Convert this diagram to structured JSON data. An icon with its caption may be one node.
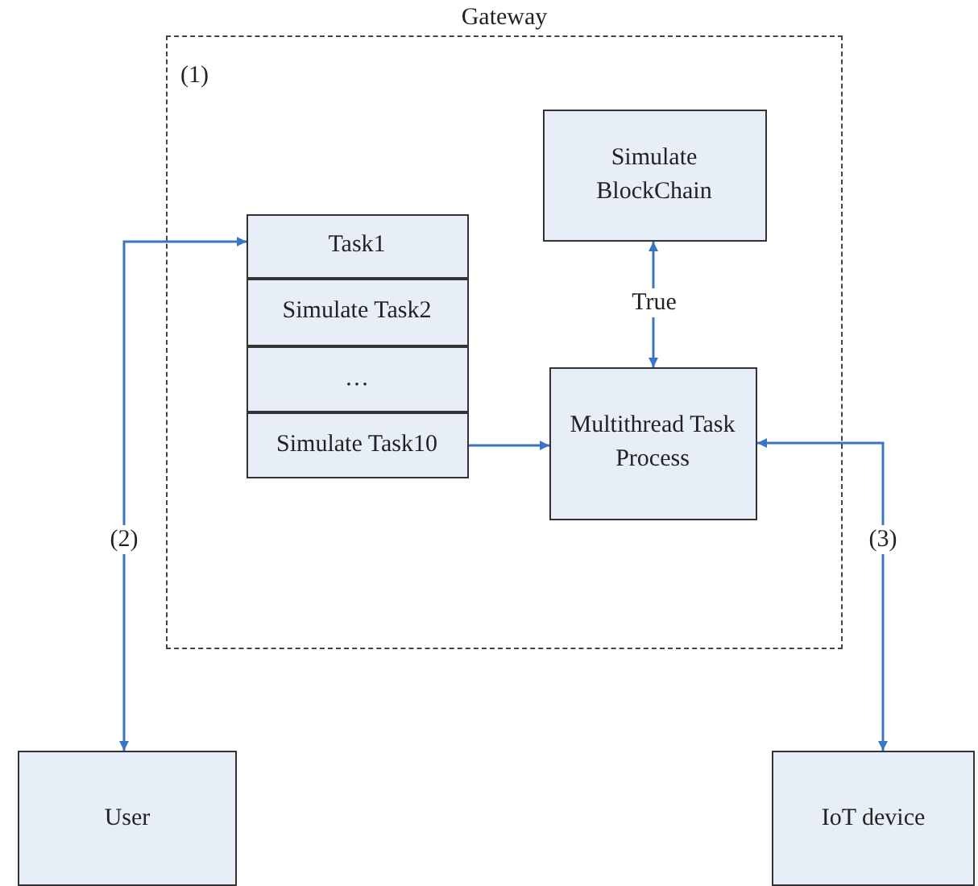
{
  "diagram": {
    "nodes": [
      {
        "text": [
          "Gateway",
          "(1)"
        ]
      },
      {
        "text": [
          "Task1"
        ],
        "in": 0
      },
      {
        "text": [
          "Simulate Task2"
        ],
        "in": 0
      },
      {
        "text": [
          "…"
        ],
        "in": 0
      },
      {
        "text": [
          "Simulate Task10"
        ],
        "in": 0
      },
      {
        "text": [
          "Simulate BlockChain"
        ],
        "in": 0
      },
      {
        "text": [
          "Multithread Task Process"
        ],
        "in": 0
      },
      {
        "text": [
          "User"
        ]
      },
      {
        "text": [
          "IoT device"
        ]
      }
    ],
    "edges": [
      {
        "from": 7,
        "to": 1,
        "arrow": "both",
        "label": "(2)"
      },
      {
        "from": 4,
        "to": 6,
        "arrow": "to"
      },
      {
        "from": 6,
        "to": 5,
        "arrow": "both",
        "label": "True"
      },
      {
        "from": 6,
        "to": 8,
        "arrow": "both",
        "label": "(3)"
      }
    ]
  }
}
